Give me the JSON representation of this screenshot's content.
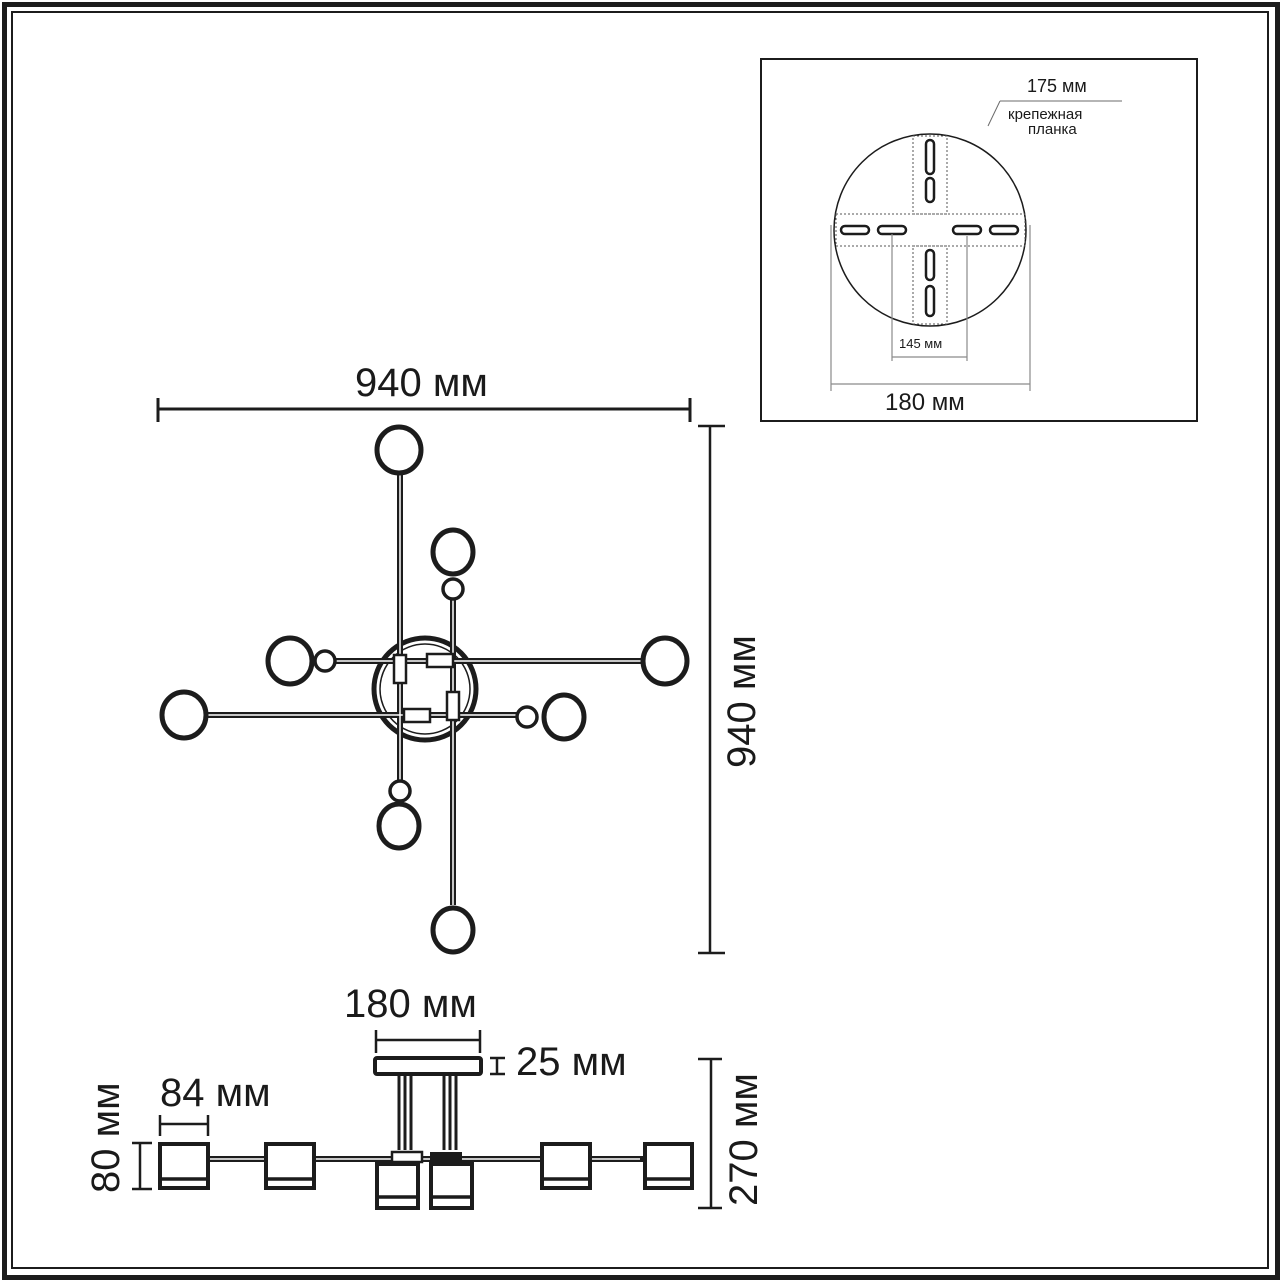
{
  "diagram": {
    "type": "technical dimension drawing (ceiling chandelier)",
    "unit": "мм",
    "colors": {
      "line": "#1c1c1c",
      "background": "#ffffff",
      "dim_line_light": "#8a8a8a"
    }
  },
  "top_view": {
    "width_label": "940 мм",
    "height_label": "940 мм",
    "arms": [
      {
        "direction": "up",
        "length": "long"
      },
      {
        "direction": "up",
        "length": "short",
        "small_ball": true
      },
      {
        "direction": "left",
        "length": "long"
      },
      {
        "direction": "left",
        "length": "short",
        "small_ball": true
      },
      {
        "direction": "right",
        "length": "long"
      },
      {
        "direction": "right",
        "length": "short",
        "small_ball": true
      },
      {
        "direction": "down",
        "length": "long"
      },
      {
        "direction": "down",
        "length": "short",
        "small_ball": true
      }
    ]
  },
  "mounting_plate_inset": {
    "plate_diameter_label": "175 мм",
    "bracket_caption_line1": "крепежная",
    "bracket_caption_line2": "планка",
    "bracket_hole_spacing_label": "145 мм",
    "bracket_length_label": "180 мм"
  },
  "side_view": {
    "canopy_width_label": "180 мм",
    "canopy_height_label": "25 мм",
    "shade_width_label": "84 мм",
    "shade_height_label": "80 мм",
    "total_height_label": "270 мм"
  }
}
